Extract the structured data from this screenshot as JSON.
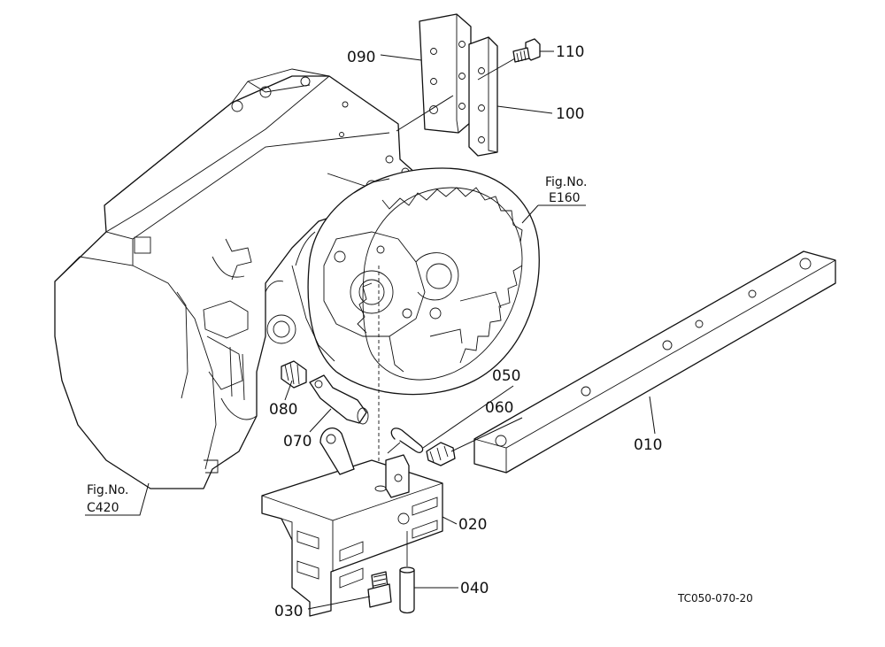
{
  "diagram": {
    "parts": [
      {
        "number": "090"
      },
      {
        "number": "110"
      },
      {
        "number": "100"
      },
      {
        "number": "010"
      },
      {
        "number": "050"
      },
      {
        "number": "060"
      },
      {
        "number": "080"
      },
      {
        "number": "070"
      },
      {
        "number": "020"
      },
      {
        "number": "040"
      },
      {
        "number": "030"
      }
    ],
    "references": [
      {
        "line1": "Fig.No.",
        "line2": "E160"
      },
      {
        "line1": "Fig.No.",
        "line2": "C420"
      }
    ],
    "drawing_code": "TC050-070-20",
    "colors": {
      "ink": "#111111",
      "background": "#ffffff"
    }
  }
}
